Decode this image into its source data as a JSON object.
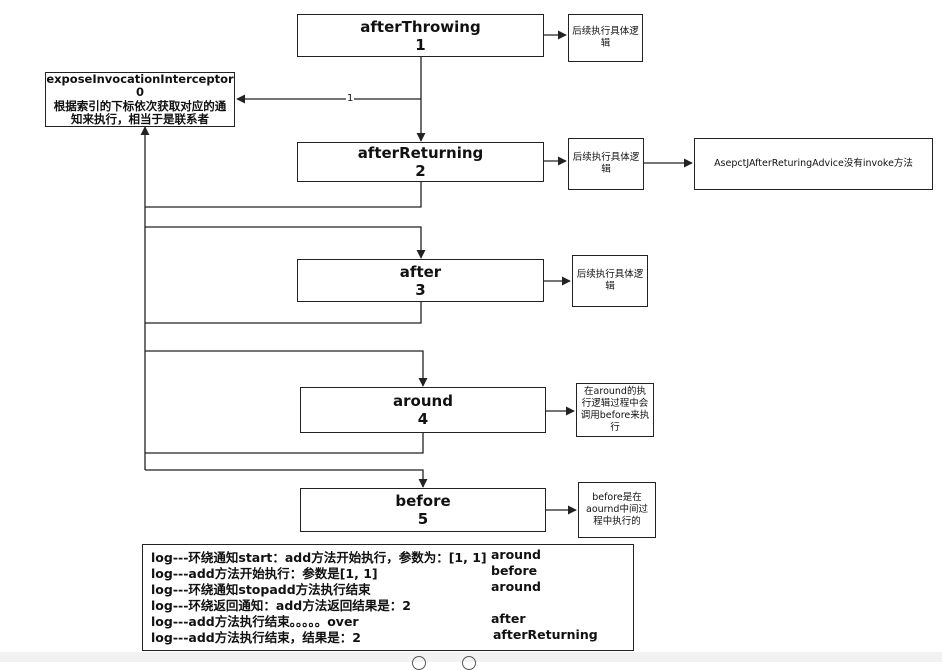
{
  "steps": [
    {
      "name": "afterThrowing",
      "num": "1"
    },
    {
      "name": "afterReturning",
      "num": "2"
    },
    {
      "name": "after",
      "num": "3"
    },
    {
      "name": "around",
      "num": "4"
    },
    {
      "name": "before",
      "num": "5"
    }
  ],
  "notes": [
    "后续执行具体逻辑",
    "后续执行具体逻辑",
    "AsepctJAfterReturingAdvice没有invoke方法",
    "后续执行具体逻辑",
    "在around的执行逻辑过程中会调用before来执行",
    "before是在aournd中间过程中执行的"
  ],
  "interceptor": {
    "name": "exposeInvocationInterceptor",
    "num": "0",
    "desc": "根据索引的下标依次获取对应的通知来执行，相当于是联系者"
  },
  "edge_label": "1",
  "log": {
    "lines": [
      "log---环绕通知start：add方法开始执行，参数为：[1, 1]",
      "log---add方法开始执行：参数是[1, 1]",
      "log---环绕通知stopadd方法执行结束",
      "log---环绕返回通知：add方法返回结果是：2",
      "log---add方法执行结束。。。。。over",
      "log---add方法执行结束，结果是：2"
    ],
    "tags": [
      "around",
      "before",
      "around",
      "",
      "after",
      "afterReturning"
    ]
  }
}
